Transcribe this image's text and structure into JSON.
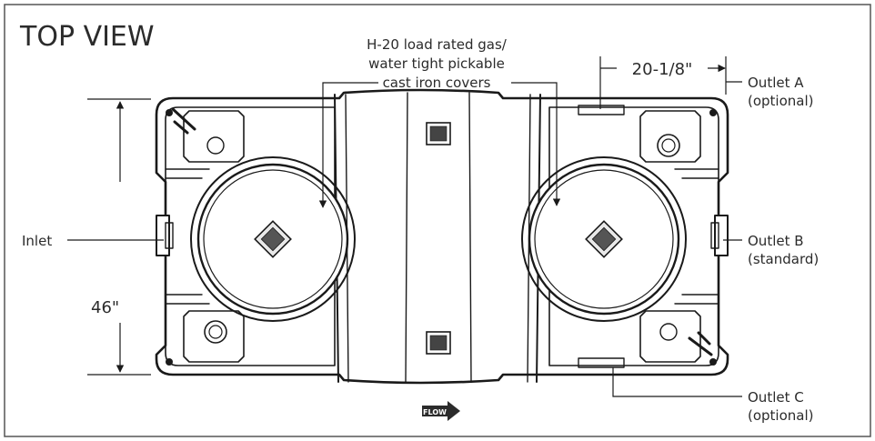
{
  "diagram": {
    "title": "TOP VIEW",
    "callouts": {
      "covers": [
        "H-20 load rated gas/",
        "water tight pickable",
        "cast iron covers"
      ],
      "inlet": "Inlet",
      "outlet_a": [
        "Outlet A",
        "(optional)"
      ],
      "outlet_b": [
        "Outlet B",
        "(standard)"
      ],
      "outlet_c": [
        "Outlet C",
        "(optional)"
      ]
    },
    "dimensions": {
      "height": "46\"",
      "width": "20-1/8\""
    },
    "flow_label": "FLOW",
    "colors": {
      "line": "#1a1a1a",
      "text": "#2b2b2b",
      "background": "#ffffff"
    }
  }
}
